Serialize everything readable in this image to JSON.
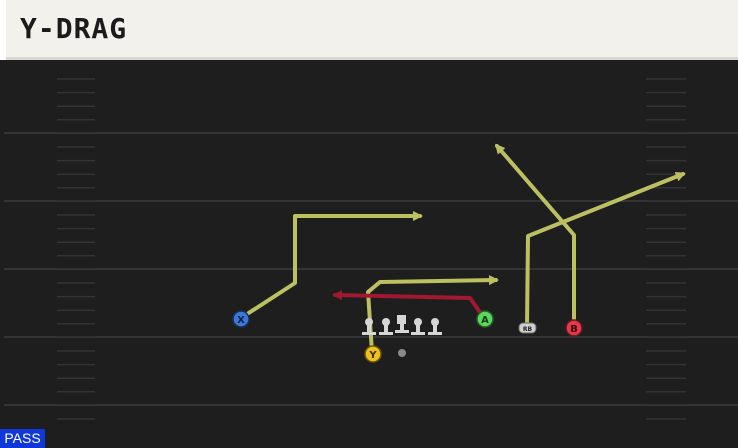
{
  "play": {
    "name": "Y-DRAG"
  },
  "mode": {
    "label": "PASS"
  },
  "players": [
    {
      "id": "x",
      "label": "X",
      "color": "#3a78d8"
    },
    {
      "id": "y",
      "label": "Y",
      "color": "#f0c020"
    },
    {
      "id": "a",
      "label": "A",
      "color": "#5cd65c"
    },
    {
      "id": "rb",
      "label": "RB",
      "color": "#cfcfcf"
    },
    {
      "id": "b",
      "label": "B",
      "color": "#e23a4a"
    }
  ],
  "colors": {
    "route": "#bcc061",
    "primary_route": "#a11830",
    "field": "#1e1e1f",
    "lines": "#3b3b3d"
  },
  "icons": {
    "center_marker": "square",
    "ball": "dot"
  }
}
